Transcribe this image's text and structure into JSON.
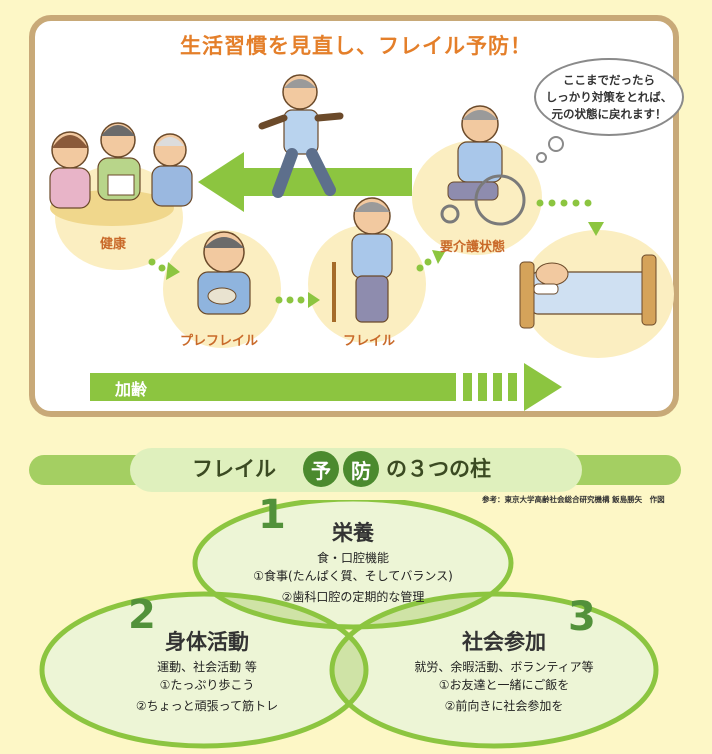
{
  "top_panel": {
    "title": "生活習慣を見直し、フレイル予防！",
    "bubble_lines": [
      "ここまでだったら",
      "しっかり対策をとれば、",
      "元の状態に戻れます！"
    ],
    "stages": {
      "healthy": "健康",
      "prefrail": "プレフレイル",
      "frail": "フレイル",
      "care": "要介護状態"
    },
    "aging_label": "加齢",
    "colors": {
      "arrow": "#8cc540",
      "stage_text": "#c96a2a",
      "title": "#e47f2a",
      "frame": "#c8a978"
    }
  },
  "pillars_section": {
    "heading_parts": [
      "フレイル",
      "予",
      "防",
      "の３つの柱"
    ],
    "reference": "参考：東京大学高齢社会総合研究機構 飯島勝矢　作図",
    "pillars": [
      {
        "number": "1",
        "title": "栄養",
        "subtitle": "食・口腔機能",
        "items": [
          "①食事(たんぱく質、そしてバランス)",
          "②歯科口腔の定期的な管理"
        ]
      },
      {
        "number": "2",
        "title": "身体活動",
        "subtitle": "運動、社会活動 等",
        "items": [
          "①たっぷり歩こう",
          "②ちょっと頑張って筋トレ"
        ]
      },
      {
        "number": "3",
        "title": "社会参加",
        "subtitle": "就労、余暇活動、ボランティア等",
        "items": [
          "①お友達と一緒にご飯を",
          "②前向きに社会参加を"
        ]
      }
    ],
    "colors": {
      "ring": "#8cc540",
      "fill": "#edf5d6",
      "overlap": "#cfe3a6",
      "number": "#52913a"
    }
  }
}
